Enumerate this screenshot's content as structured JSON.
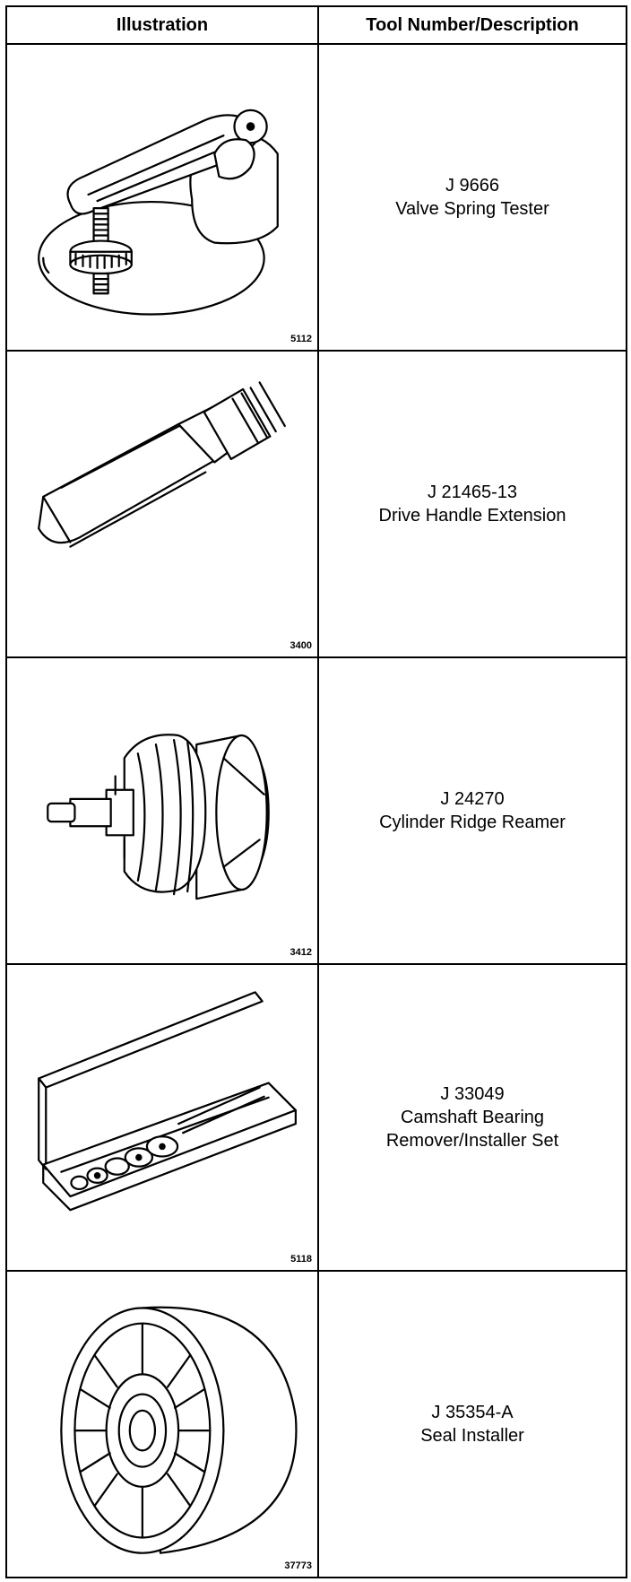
{
  "table": {
    "headers": [
      "Illustration",
      "Tool Number/Description"
    ],
    "rows": [
      {
        "code": "5112",
        "number": "J 9666",
        "description": "Valve Spring Tester",
        "icon": "valve-spring-tester-icon"
      },
      {
        "code": "3400",
        "number": "J 21465-13",
        "description": "Drive Handle Extension",
        "icon": "drive-handle-extension-icon"
      },
      {
        "code": "3412",
        "number": "J 24270",
        "description": "Cylinder Ridge Reamer",
        "icon": "cylinder-ridge-reamer-icon"
      },
      {
        "code": "5118",
        "number": "J 33049",
        "description": "Camshaft Bearing\nRemover/Installer Set",
        "icon": "camshaft-bearing-set-icon"
      },
      {
        "code": "37773",
        "number": "J 35354-A",
        "description": "Seal Installer",
        "icon": "seal-installer-icon"
      }
    ]
  }
}
